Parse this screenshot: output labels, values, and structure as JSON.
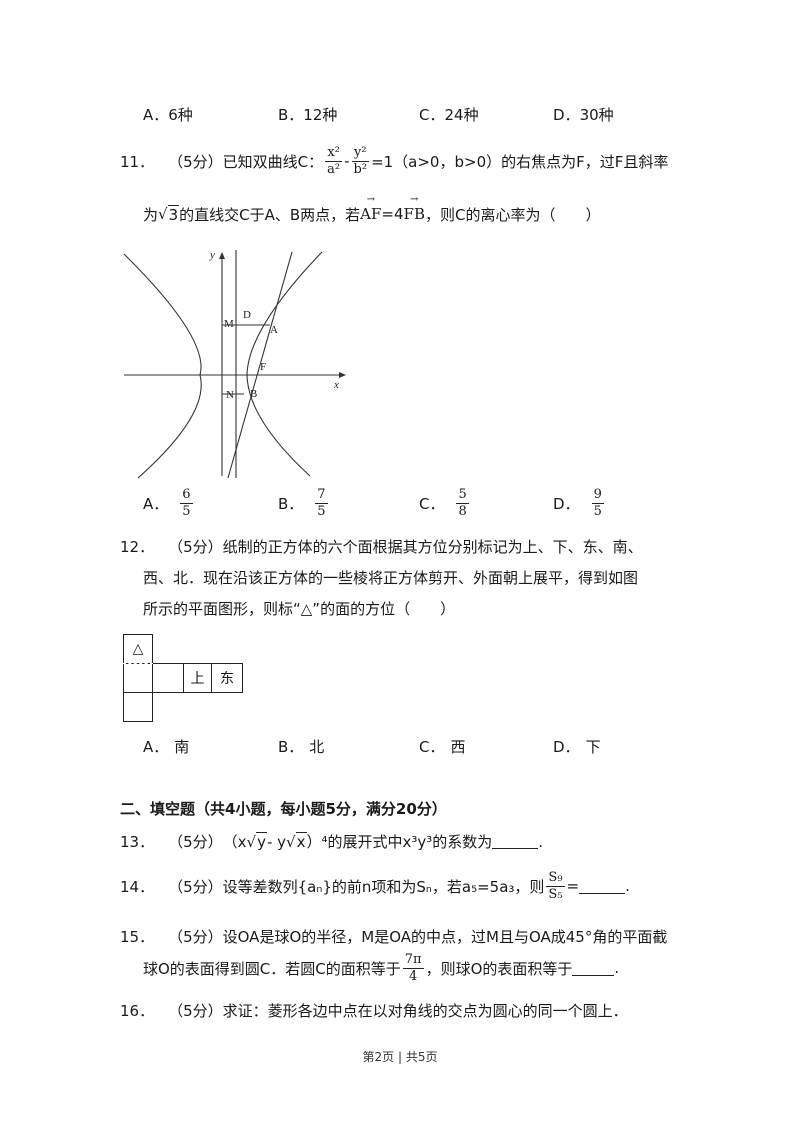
{
  "q10_options": [
    {
      "letter": "A．",
      "text": "6种"
    },
    {
      "letter": "B．",
      "text": "12种"
    },
    {
      "letter": "C．",
      "text": "24种"
    },
    {
      "letter": "D．",
      "text": "30种"
    }
  ],
  "q11": {
    "num": "11．",
    "score": "（5分）",
    "t1": "已知双曲线C：",
    "fx_num": "x²",
    "fx_den": "a²",
    "minus": "-",
    "fy_num": "y²",
    "fy_den": "b²",
    "t2": "=1（a>0，b>0）的右焦点为F，过F且斜率",
    "l2_pre": "为",
    "sqrt_sym": "√",
    "sqrt_val": "3",
    "l2_mid": "的直线交C于A、B两点，若",
    "vec_af": "AF",
    "eq4": "=4",
    "vec_fb": "FB",
    "l2_post": "，则C的离心率为（　　）",
    "fig": {
      "y": "y",
      "x": "x",
      "D": "D",
      "M": "M",
      "A": "A",
      "F": "F",
      "N": "N",
      "B": "B"
    },
    "options": [
      {
        "letter": "A．",
        "num": "6",
        "den": "5"
      },
      {
        "letter": "B．",
        "num": "7",
        "den": "5"
      },
      {
        "letter": "C．",
        "num": "5",
        "den": "8"
      },
      {
        "letter": "D．",
        "num": "9",
        "den": "5"
      }
    ]
  },
  "q12": {
    "num": "12．",
    "line1": "（5分）纸制的正方体的六个面根据其方位分别标记为上、下、东、南、",
    "line2": "西、北．现在沿该正方体的一些棱将正方体剪开、外面朝上展平，得到如图",
    "line3": "所示的平面图形，则标“△”的面的方位（　　）",
    "net": {
      "tri": "△",
      "up": "上",
      "east": "东"
    },
    "options": [
      {
        "letter": "A．",
        "text": "南"
      },
      {
        "letter": "B．",
        "text": "北"
      },
      {
        "letter": "C．",
        "text": "西"
      },
      {
        "letter": "D．",
        "text": "下"
      }
    ]
  },
  "section2": "二、填空题（共4小题，每小题5分，满分20分）",
  "q13": {
    "num": "13．",
    "score": "（5分）",
    "pre": "（x",
    "sq1": "y",
    "mid": " - y",
    "sq2": "x",
    "post": "）⁴的展开式中x³y³的系数为",
    "end": "."
  },
  "q14": {
    "num": "14．",
    "text": "（5分）设等差数列{aₙ}的前n项和为Sₙ，若a₅=5a₃，则",
    "fnum": "S₉",
    "fden": "S₅",
    "eq": "=",
    "end": "."
  },
  "q15": {
    "num": "15．",
    "line1": "（5分）设OA是球O的半径，M是OA的中点，过M且与OA成45°角的平面截",
    "l2_pre": "球O的表面得到圆C．若圆C的面积等于",
    "fnum": "7π",
    "fden": "4",
    "l2_post": "，则球O的表面积等于",
    "end": "."
  },
  "q16": {
    "num": "16．",
    "text": "（5分）求证：菱形各边中点在以对角线的交点为圆心的同一个圆上．"
  },
  "footer": "第2页 | 共5页"
}
